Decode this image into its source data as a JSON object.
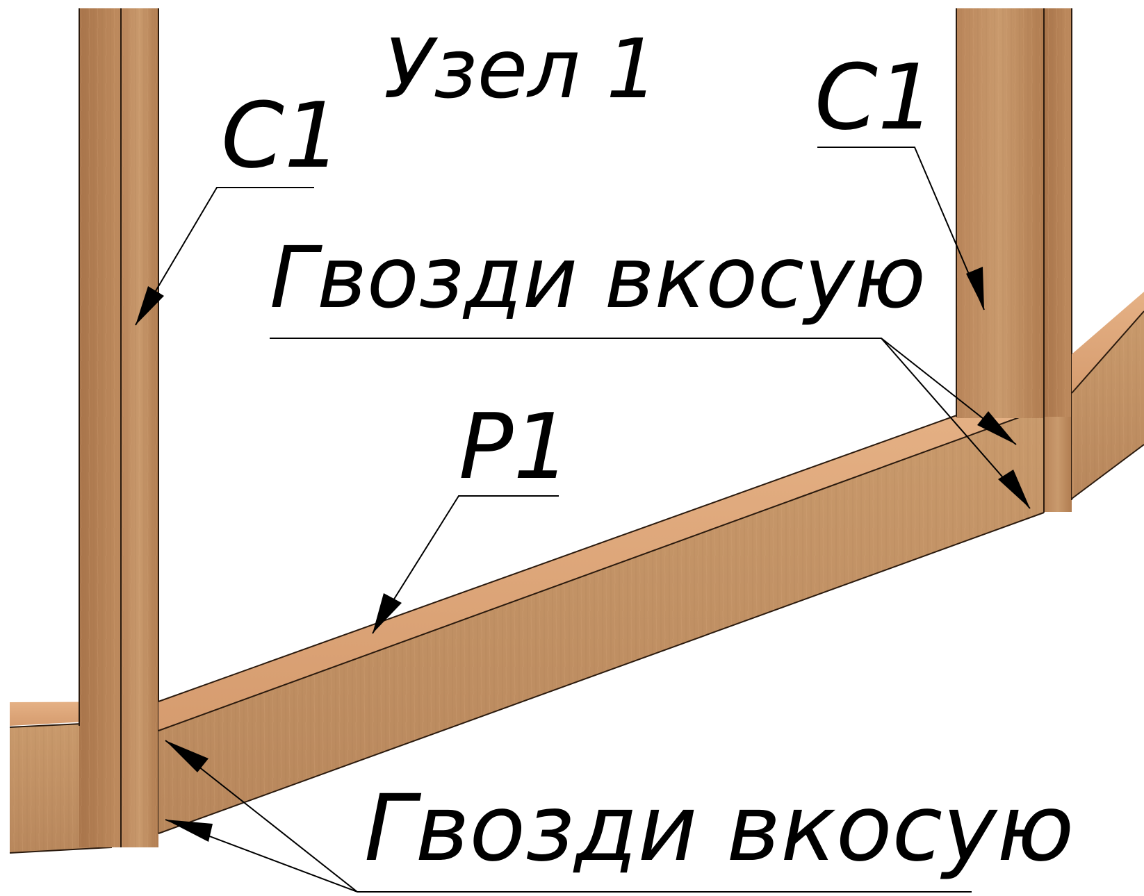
{
  "title": "Узел 1",
  "labels": {
    "stud_left": "С1",
    "stud_right": "С1",
    "nails_upper": "Гвозди вкосую",
    "rafter": "Р1",
    "nails_lower": "Гвозди вкосую"
  },
  "colors": {
    "wood_face": "#c8976a",
    "wood_face_dark": "#b98558",
    "wood_edge": "#dba074",
    "wood_top": "#e0aa80",
    "line": "#000000",
    "background": "#ffffff"
  }
}
